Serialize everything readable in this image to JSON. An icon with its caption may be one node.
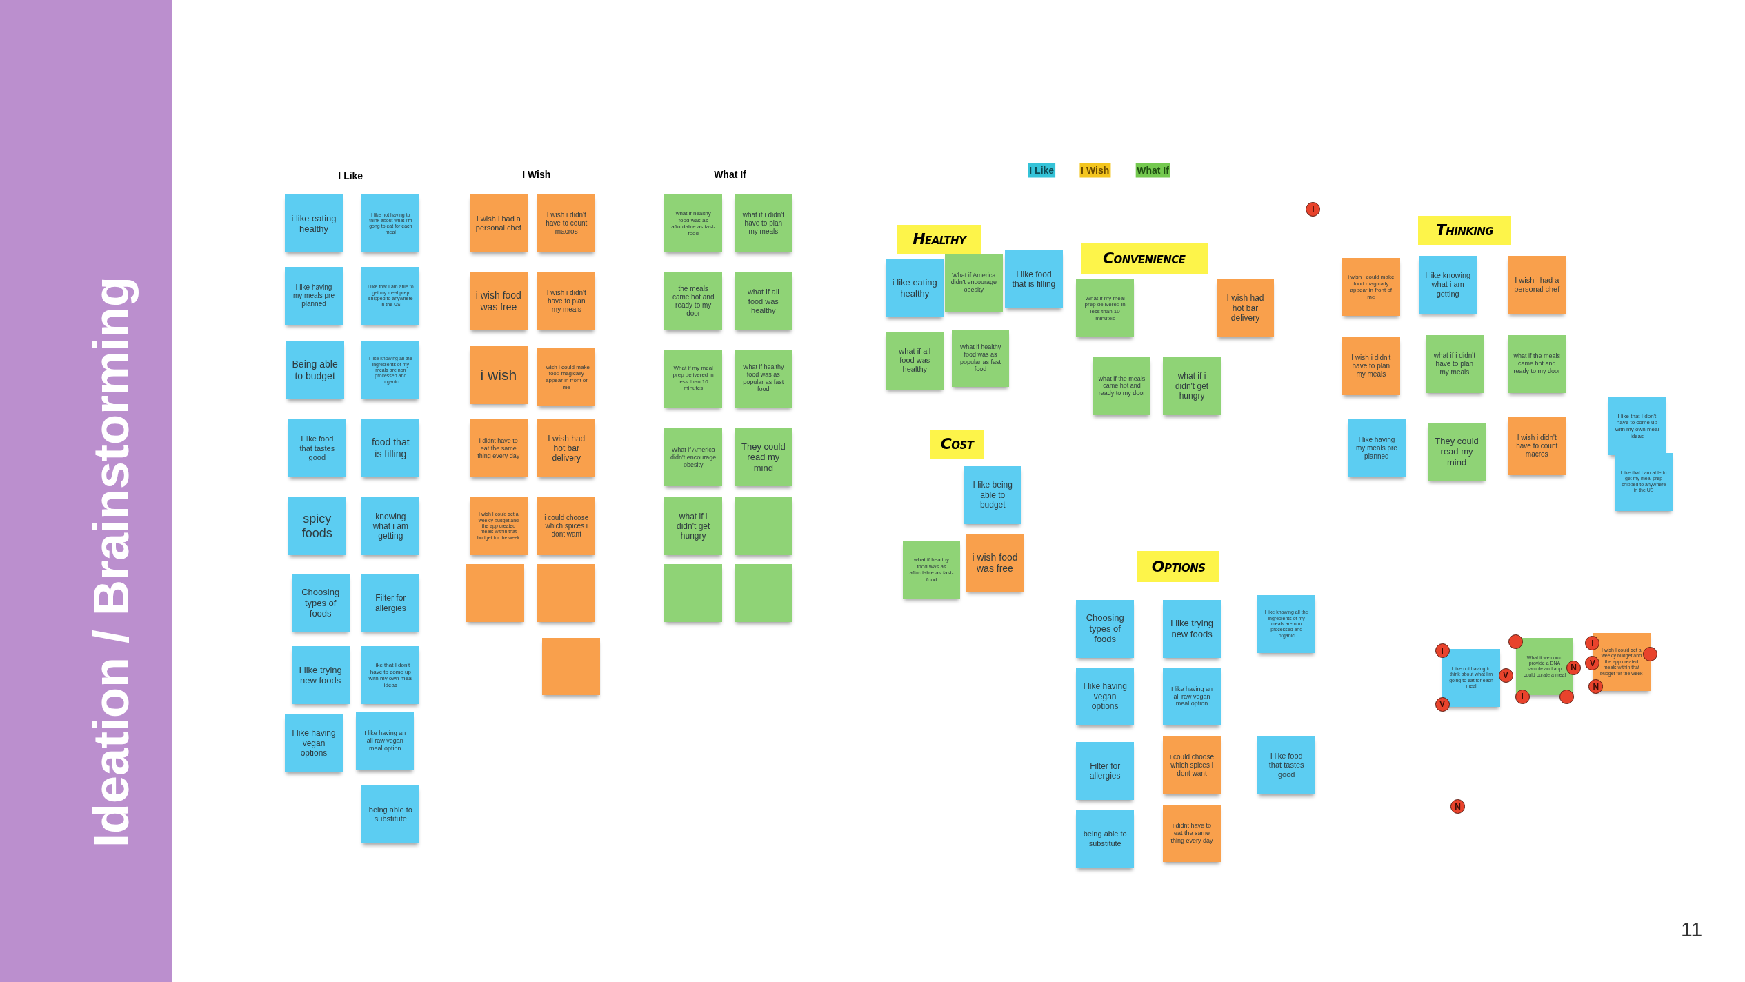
{
  "diagram": {
    "title": "Ideation / Brainstorming",
    "nodes": [
      {
        "text": [
          "i like eating healthy"
        ]
      },
      {
        "text": [
          "I like not having to think about what I'm gong to eat for each meal"
        ]
      },
      {
        "text": [
          "I like having my meals pre planned"
        ]
      },
      {
        "text": [
          "I like that I am able to get my meal prep shipped to anywhere in the US"
        ]
      },
      {
        "text": [
          "Being able to budget"
        ]
      },
      {
        "text": [
          "I like knowing all the ingredients of my meals are non processed and organic"
        ]
      },
      {
        "text": [
          "I like food that tastes good"
        ]
      },
      {
        "text": [
          "food that is filling"
        ]
      },
      {
        "text": [
          "spicy foods"
        ]
      },
      {
        "text": [
          "knowing what i am getting"
        ]
      },
      {
        "text": [
          "Choosing types of foods"
        ]
      },
      {
        "text": [
          "Filter for allergies"
        ]
      },
      {
        "text": [
          "I like trying new foods"
        ]
      },
      {
        "text": [
          "I like that I don't have to come up with my own meal ideas"
        ]
      },
      {
        "text": [
          "I like having vegan options"
        ]
      },
      {
        "text": [
          "I like having an all raw vegan meal option"
        ]
      },
      {
        "text": [
          "being able to substitute"
        ]
      },
      {
        "text": [
          "I wish i had a personal chef"
        ]
      },
      {
        "text": [
          "I wish i didn't have to count macros"
        ]
      },
      {
        "text": [
          "i wish food was free"
        ]
      },
      {
        "text": [
          "I wish i didn't have to plan my meals"
        ]
      },
      {
        "text": [
          "i wish"
        ]
      },
      {
        "text": [
          "i wish i could make food magically appear in front of me"
        ]
      },
      {
        "text": [
          "i didnt have to eat the same thing every day"
        ]
      },
      {
        "text": [
          "I wish had hot bar delivery"
        ]
      },
      {
        "text": [
          "I wish I could set a weekly budget and the app created meals within that budget for the week"
        ]
      },
      {
        "text": [
          "i could choose which spices i dont want"
        ]
      },
      {
        "text": [],
        "shape": "box"
      },
      {
        "text": [],
        "shape": "box"
      },
      {
        "text": [],
        "shape": "box"
      },
      {
        "text": [
          "what if healthy food was as affordable as fast-food"
        ]
      },
      {
        "text": [
          "what if i didn't have to plan my meals"
        ]
      },
      {
        "text": [
          "the meals came hot and ready to my door"
        ]
      },
      {
        "text": [
          "what if all food was healthy"
        ]
      },
      {
        "text": [
          "What if my meal prep delivered in less than 10 minutes"
        ]
      },
      {
        "text": [
          "What if healthy food was as popular as fast food"
        ]
      },
      {
        "text": [
          "What if America didn't encourage obesity"
        ]
      },
      {
        "text": [
          "They could read my mind"
        ]
      },
      {
        "text": [
          "what if i didn't get hungry"
        ]
      },
      {
        "text": [],
        "shape": "box"
      },
      {
        "text": [],
        "shape": "box"
      },
      {
        "text": [],
        "shape": "box"
      },
      {
        "text": [
          "Healthy"
        ]
      },
      {
        "text": [
          "i like eating healthy"
        ]
      },
      {
        "text": [
          "What if America didn't encourage obesity"
        ]
      },
      {
        "text": [
          "I like food that is filling"
        ]
      },
      {
        "text": [
          "what if all food was healthy"
        ]
      },
      {
        "text": [
          "What if healthy food was as popular as fast food"
        ]
      },
      {
        "text": [
          "Convenience"
        ]
      },
      {
        "text": [
          "What if my meal prep delivered in less than 10 minutes"
        ]
      },
      {
        "text": [
          "I wish had hot bar delivery"
        ]
      },
      {
        "text": [
          "what if the meals came hot and ready to my door"
        ]
      },
      {
        "text": [
          "what if i didn't get hungry"
        ]
      },
      {
        "text": [
          "Cost"
        ]
      },
      {
        "text": [
          "I like being able to budget"
        ]
      },
      {
        "text": [
          "what if healthy food was as affordable as fast-food"
        ]
      },
      {
        "text": [
          "i wish food was free"
        ]
      },
      {
        "text": [
          "Options"
        ]
      },
      {
        "text": [
          "Choosing types of foods"
        ]
      },
      {
        "text": [
          "I like trying new foods"
        ]
      },
      {
        "text": [
          "I like knowing all the ingredients of my meals are non processed and organic"
        ]
      },
      {
        "text": [
          "I like having vegan options"
        ]
      },
      {
        "text": [
          "I like having an all raw vegan meal option"
        ]
      },
      {
        "text": [
          "Filter for allergies"
        ]
      },
      {
        "text": [
          "i could choose which spices i dont want"
        ]
      },
      {
        "text": [
          "I like food that tastes good"
        ]
      },
      {
        "text": [
          "being able to substitute"
        ]
      },
      {
        "text": [
          "i didnt have to eat the same thing every day"
        ]
      },
      {
        "text": [
          "Thinking"
        ]
      },
      {
        "text": [
          "i wish i could make food magically appear in front of me"
        ]
      },
      {
        "text": [
          "I like knowing what i am getting"
        ]
      },
      {
        "text": [
          "I wish i had a personal chef"
        ]
      },
      {
        "text": [
          "I wish i didn't have to plan my meals"
        ]
      },
      {
        "text": [
          "what if i didn't have to plan my meals"
        ]
      },
      {
        "text": [
          "what if the meals came hot and ready to my door"
        ]
      },
      {
        "text": [
          "I like having my meals pre planned"
        ]
      },
      {
        "text": [
          "They could read my mind"
        ]
      },
      {
        "text": [
          "I wish i didn't have to count macros"
        ]
      },
      {
        "text": [
          "I like that I don't have to come up with my own meal ideas"
        ]
      },
      {
        "text": [
          "I like that I am able to get my meal prep shipped to anywhere in the US"
        ]
      },
      {
        "text": [
          "I like not having to think about what I'm going to eat for each meal"
        ]
      },
      {
        "text": [
          "What if we could provide a DNA sample and app could curate a meal"
        ]
      },
      {
        "text": [
          "I wish I could set a weekly budget and the app created meals within that budget for the week"
        ]
      },
      {
        "text": [
          "I"
        ]
      },
      {
        "text": [
          "I"
        ]
      },
      {
        "text": [
          "V"
        ]
      },
      {
        "text": [],
        "shape": "circle"
      },
      {
        "text": [
          "V"
        ]
      },
      {
        "text": [
          "N"
        ]
      },
      {
        "text": [
          "I"
        ]
      },
      {
        "text": [],
        "shape": "circle"
      },
      {
        "text": [
          "I"
        ]
      },
      {
        "text": [
          "V"
        ]
      },
      {
        "text": [
          "N"
        ]
      },
      {
        "text": [],
        "shape": "circle"
      },
      {
        "text": [
          "N"
        ]
      }
    ],
    "labels": [
      "I Like",
      "I Wish",
      "What If",
      "11"
    ],
    "legend": [
      {
        "text": "I Like",
        "color": "#35c3d8"
      },
      {
        "text": "I Wish",
        "color": "#f3c51f"
      },
      {
        "text": "What If",
        "color": "#74c94f"
      }
    ]
  }
}
